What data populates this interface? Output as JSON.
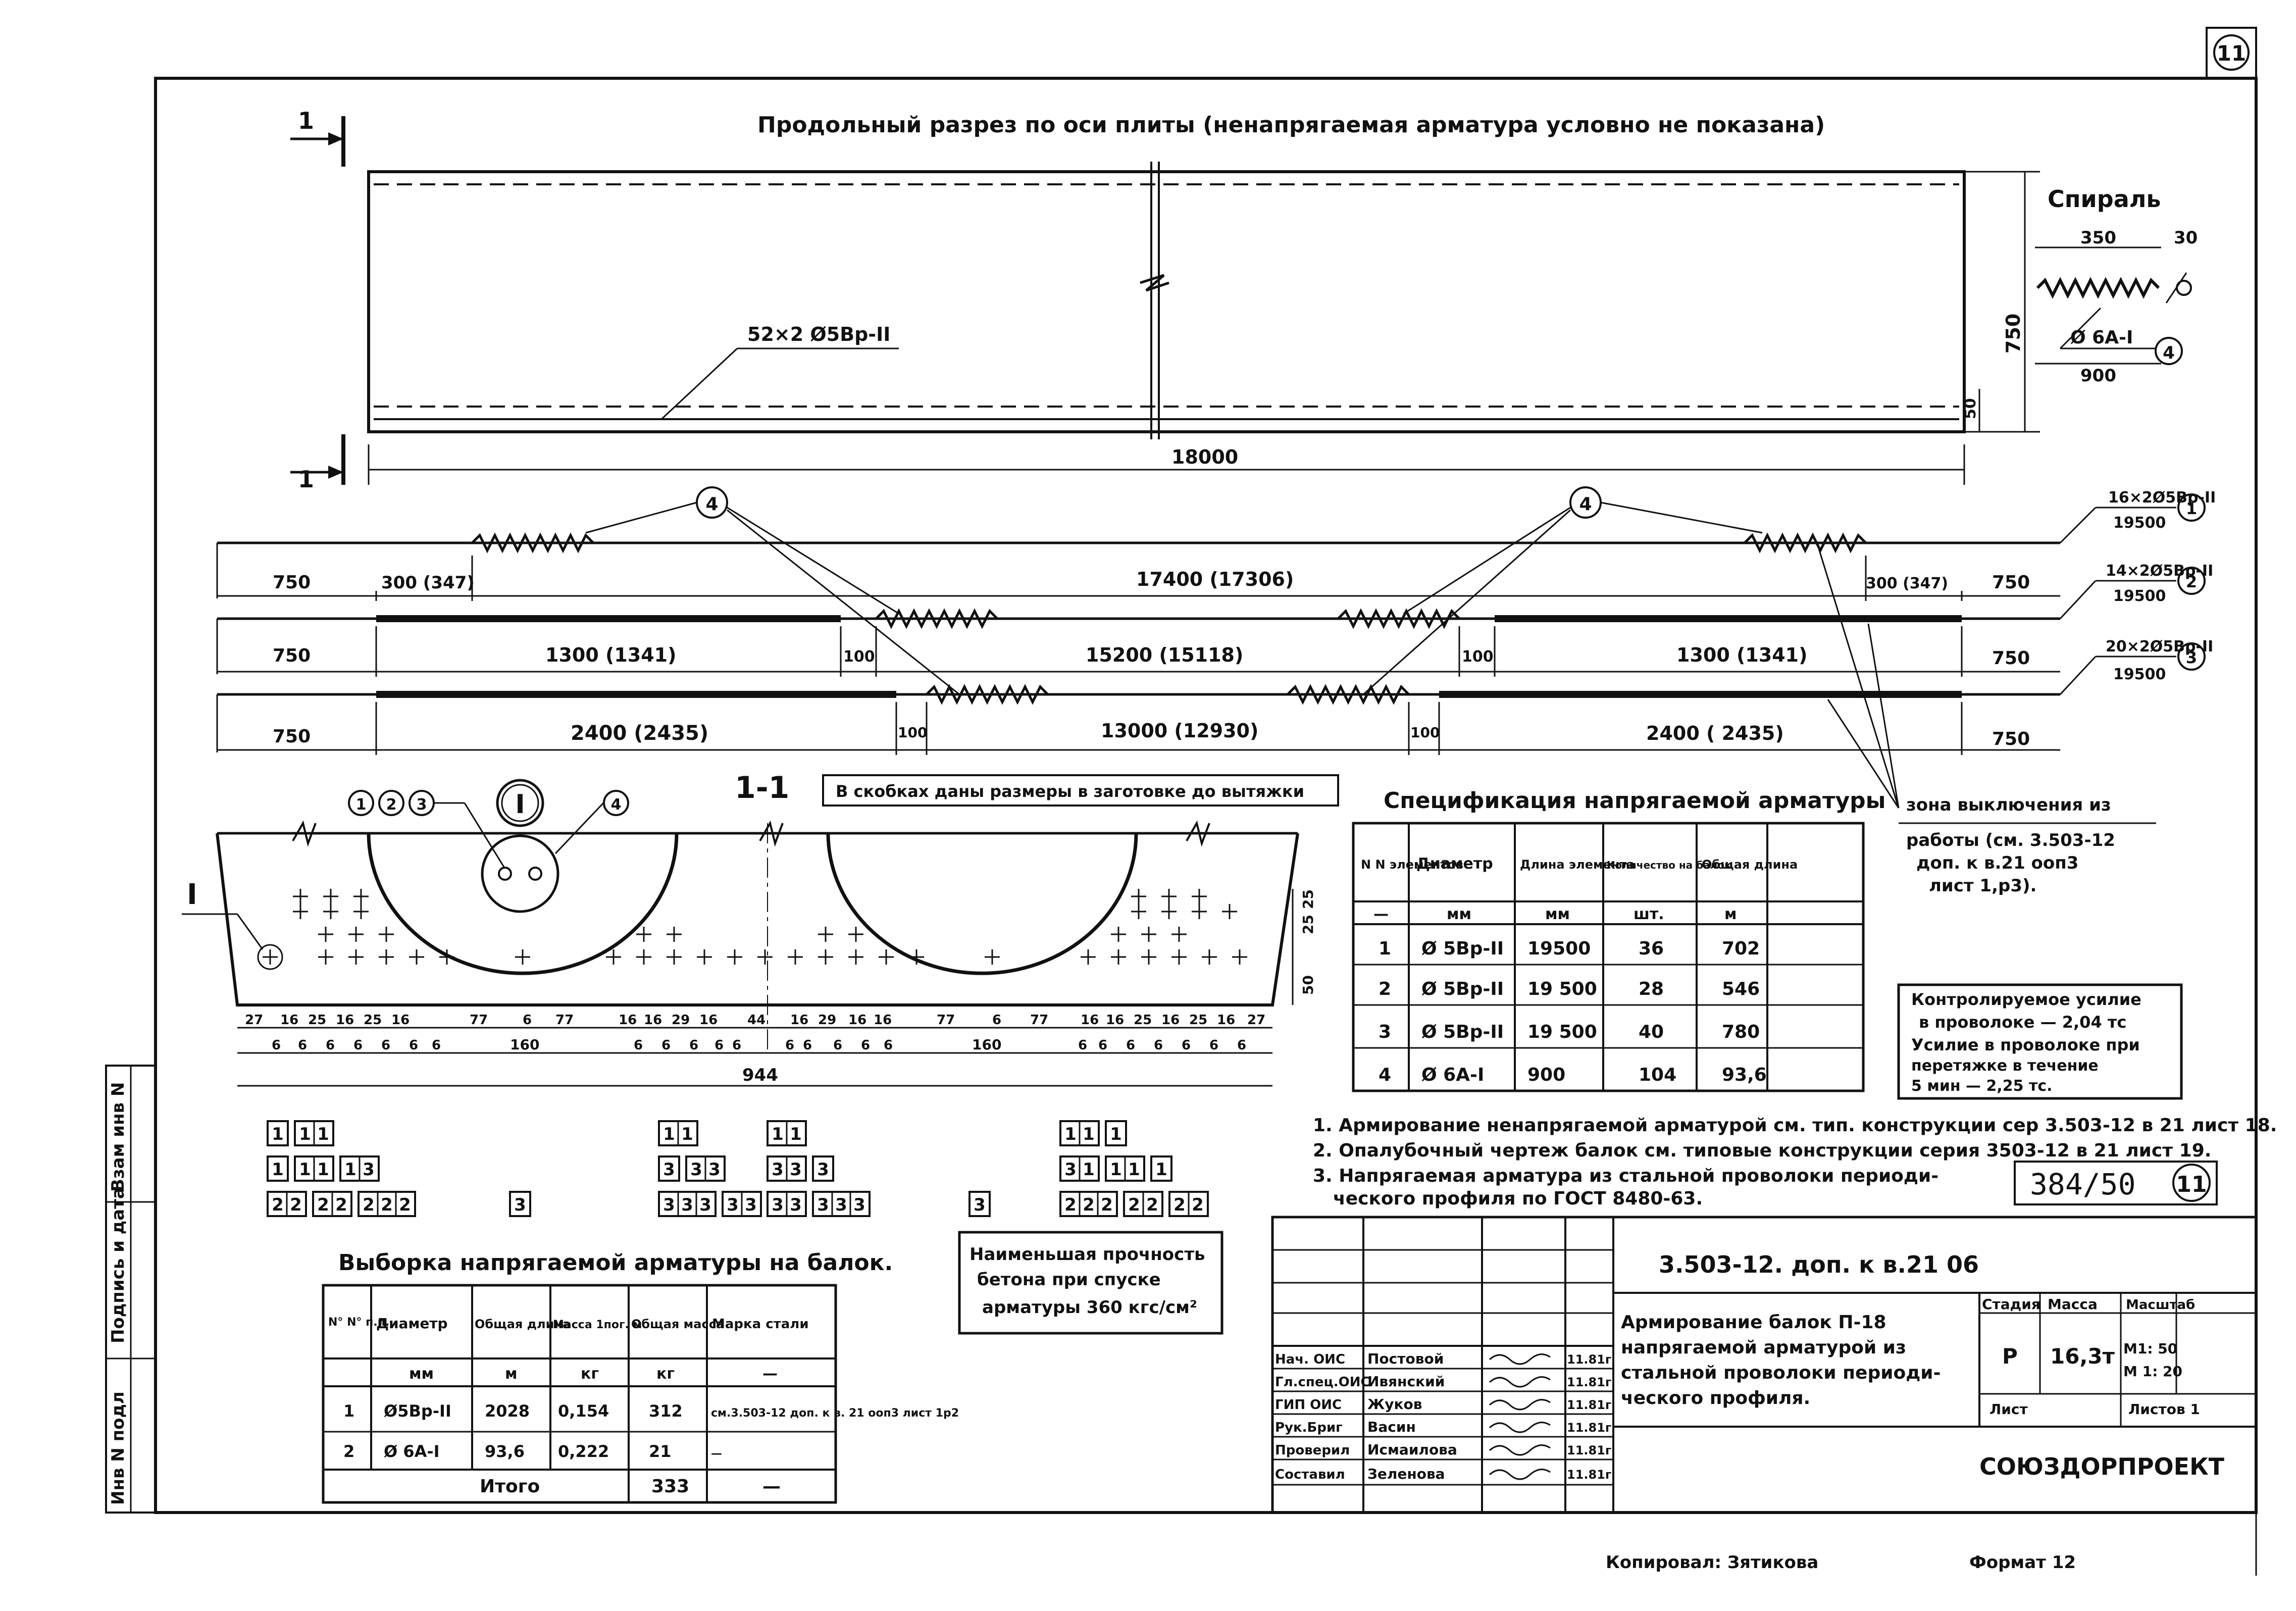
{
  "sheet": {
    "number": "11",
    "doc_code": "384/50",
    "doc_code_sheet": "11",
    "title": "Продольный разрез по оси плиты (ненапрягаемая арматура условно не показана)"
  },
  "section_marker": "1",
  "plate": {
    "length": "18000",
    "height": "750",
    "cover": "50",
    "strands_label": "52×2 Ø5Вр-II"
  },
  "spiral": {
    "title": "Спираль",
    "dim_len": "350",
    "dim_end": "30",
    "bar": "Ø 6А-I",
    "mark": "4",
    "total_len": "900"
  },
  "spiral_callouts": [
    "4",
    "4"
  ],
  "bars": [
    {
      "label": "16×2Ø5Вр-II",
      "length": "19500",
      "mark": "1",
      "dims": [
        "750",
        "300 (347)",
        "17400 (17306)",
        "300 (347)",
        "750"
      ]
    },
    {
      "label": "14×2Ø5Вр-II",
      "length": "19500",
      "mark": "2",
      "dims": [
        "750",
        "1300 (1341)",
        "100",
        "15200 (15118)",
        "100",
        "1300 (1341)",
        "750"
      ]
    },
    {
      "label": "20×2Ø5Вр-II",
      "length": "19500",
      "mark": "3",
      "dims": [
        "750",
        "2400 (2435)",
        "100",
        "13000 (12930)",
        "100",
        "2400 ( 2435)",
        "750"
      ]
    }
  ],
  "zone_note": [
    "зона выключения из",
    "работы (см. 3.503-12",
    "доп. к в.21 ооп3",
    "лист 1,р3)."
  ],
  "bracket_note": "В скобках даны размеры в заготовке до вытяжки",
  "cross_section": {
    "title": "1-1",
    "detail": "I",
    "callout_marks": [
      "1",
      "2",
      "3"
    ],
    "callout_spiral": "4",
    "dims_small": [
      "27",
      "16",
      "25",
      "16",
      "25",
      "16",
      "77",
      "6",
      "77",
      "16",
      "16",
      "29",
      "16",
      "44",
      "16",
      "29",
      "16",
      "16",
      "77",
      "6",
      "77",
      "16",
      "16",
      "25",
      "16",
      "25",
      "16",
      "27"
    ],
    "dims_six": [
      "6",
      "6",
      "6",
      "6",
      "6",
      "6",
      "6",
      "6",
      "6",
      "6",
      "6",
      "6",
      "6",
      "6",
      "6",
      "6",
      "6",
      "6",
      "6",
      "6",
      "6",
      "6",
      "6",
      "6"
    ],
    "dim_160": "160",
    "dim_total": "944",
    "side_dims": [
      "25",
      "25",
      "50"
    ]
  },
  "groups": [
    {
      "rows": [
        [
          "1",
          "11"
        ],
        [
          "1",
          "11",
          "13"
        ],
        [
          "22",
          "22",
          "222"
        ]
      ]
    },
    {
      "rows": [
        [
          "3"
        ]
      ]
    },
    {
      "rows": [
        [
          "11"
        ],
        [
          "3",
          "33"
        ],
        [
          "333",
          "33"
        ]
      ]
    },
    {
      "rows": [
        [
          "11"
        ],
        [
          "33",
          "3"
        ],
        [
          "33",
          "333"
        ]
      ]
    },
    {
      "rows": [
        [
          "3"
        ]
      ]
    },
    {
      "rows": [
        [
          "11",
          "1"
        ],
        [
          "31",
          "11",
          "1"
        ],
        [
          "222",
          "22",
          "22"
        ]
      ]
    }
  ],
  "spec_table": {
    "title": "Спецификация напрягаемой арматуры",
    "headers": [
      "N N элементов",
      "Диаметр",
      "Длина элемента",
      "Количество на балок",
      "Общая длина"
    ],
    "units": [
      "—",
      "мм",
      "мм",
      "шт.",
      "м"
    ],
    "rows": [
      [
        "1",
        "Ø 5Вр-II",
        "19500",
        "36",
        "702"
      ],
      [
        "2",
        "Ø 5Вр-II",
        "19 500",
        "28",
        "546"
      ],
      [
        "3",
        "Ø 5Вр-II",
        "19 500",
        "40",
        "780"
      ],
      [
        "4",
        "Ø 6А-I",
        "900",
        "104",
        "93,6"
      ]
    ]
  },
  "control_box": [
    "Контролируемое усилие",
    "в проволоке — 2,04 тс",
    "Усилие в проволоке при",
    "перетяжке в течение",
    "5 мин — 2,25 тс."
  ],
  "notes": [
    "1. Армирование ненапрягаемой арматурой см. тип. конструкции сер 3.503-12 в 21 лист 18.",
    "2. Опалубочный чертеж балок см. типовые конструкции серия 3503-12 в 21 лист 19.",
    "3. Напрягаемая арматура из стальной проволоки периоди-",
    "ческого профиля по ГОСТ 8480-63."
  ],
  "selection_table": {
    "title": "Выборка напрягаемой арматуры на балок.",
    "headers": [
      "N° N° п.п.",
      "Диаметр",
      "Общая длина",
      "Масса 1пог. м",
      "Общая масса",
      "Марка стали"
    ],
    "units": [
      "",
      "мм",
      "м",
      "кг",
      "кг",
      "—"
    ],
    "rows": [
      [
        "1",
        "Ø5Вр-II",
        "2028",
        "0,154",
        "312",
        "см.3.503-12 доп. к в. 21 ооп3 лист 1р2"
      ],
      [
        "2",
        "Ø 6А-I",
        "93,6",
        "0,222",
        "21",
        "—"
      ]
    ],
    "total_label": "Итого",
    "total_value": "333",
    "total_dash": "—"
  },
  "strength_box": [
    "Наименьшая прочность",
    "бетона при спуске",
    "арматуры 360 кгс/см²"
  ],
  "title_block": {
    "code": "3.503-12. доп. к в.21   06",
    "drawing_title": [
      "Армирование балок П-18",
      "напрягаемой арматурой из",
      "стальной проволоки периоди-",
      "ческого профиля."
    ],
    "stage_header": "Стадия",
    "mass_header": "Масса",
    "scale_header": "Масштаб",
    "stage": "Р",
    "mass": "16,3т",
    "scale_1": "М1: 50",
    "scale_2": "М 1: 20",
    "sheet_label": "Лист",
    "sheets_label": "Листов 1",
    "org": "СОЮЗДОРПРОЕКТ",
    "signers": [
      [
        "Нач. ОИС",
        "Постовой",
        "11.81г"
      ],
      [
        "Гл.спец.ОИС",
        "Ивянский",
        "11.81г"
      ],
      [
        "ГИП ОИС",
        "Жуков",
        "11.81г"
      ],
      [
        "Рук.Бриг",
        "Васин",
        "11.81г"
      ],
      [
        "Проверил",
        "Исмаилова",
        "11.81г"
      ],
      [
        "Составил",
        "Зеленова",
        "11.81г"
      ]
    ]
  },
  "left_strip": [
    "Инв N подл",
    "Подпись и дата",
    "Взам инв N"
  ],
  "footer": {
    "copied": "Копировал: Зятикова",
    "format": "Формат 12"
  }
}
